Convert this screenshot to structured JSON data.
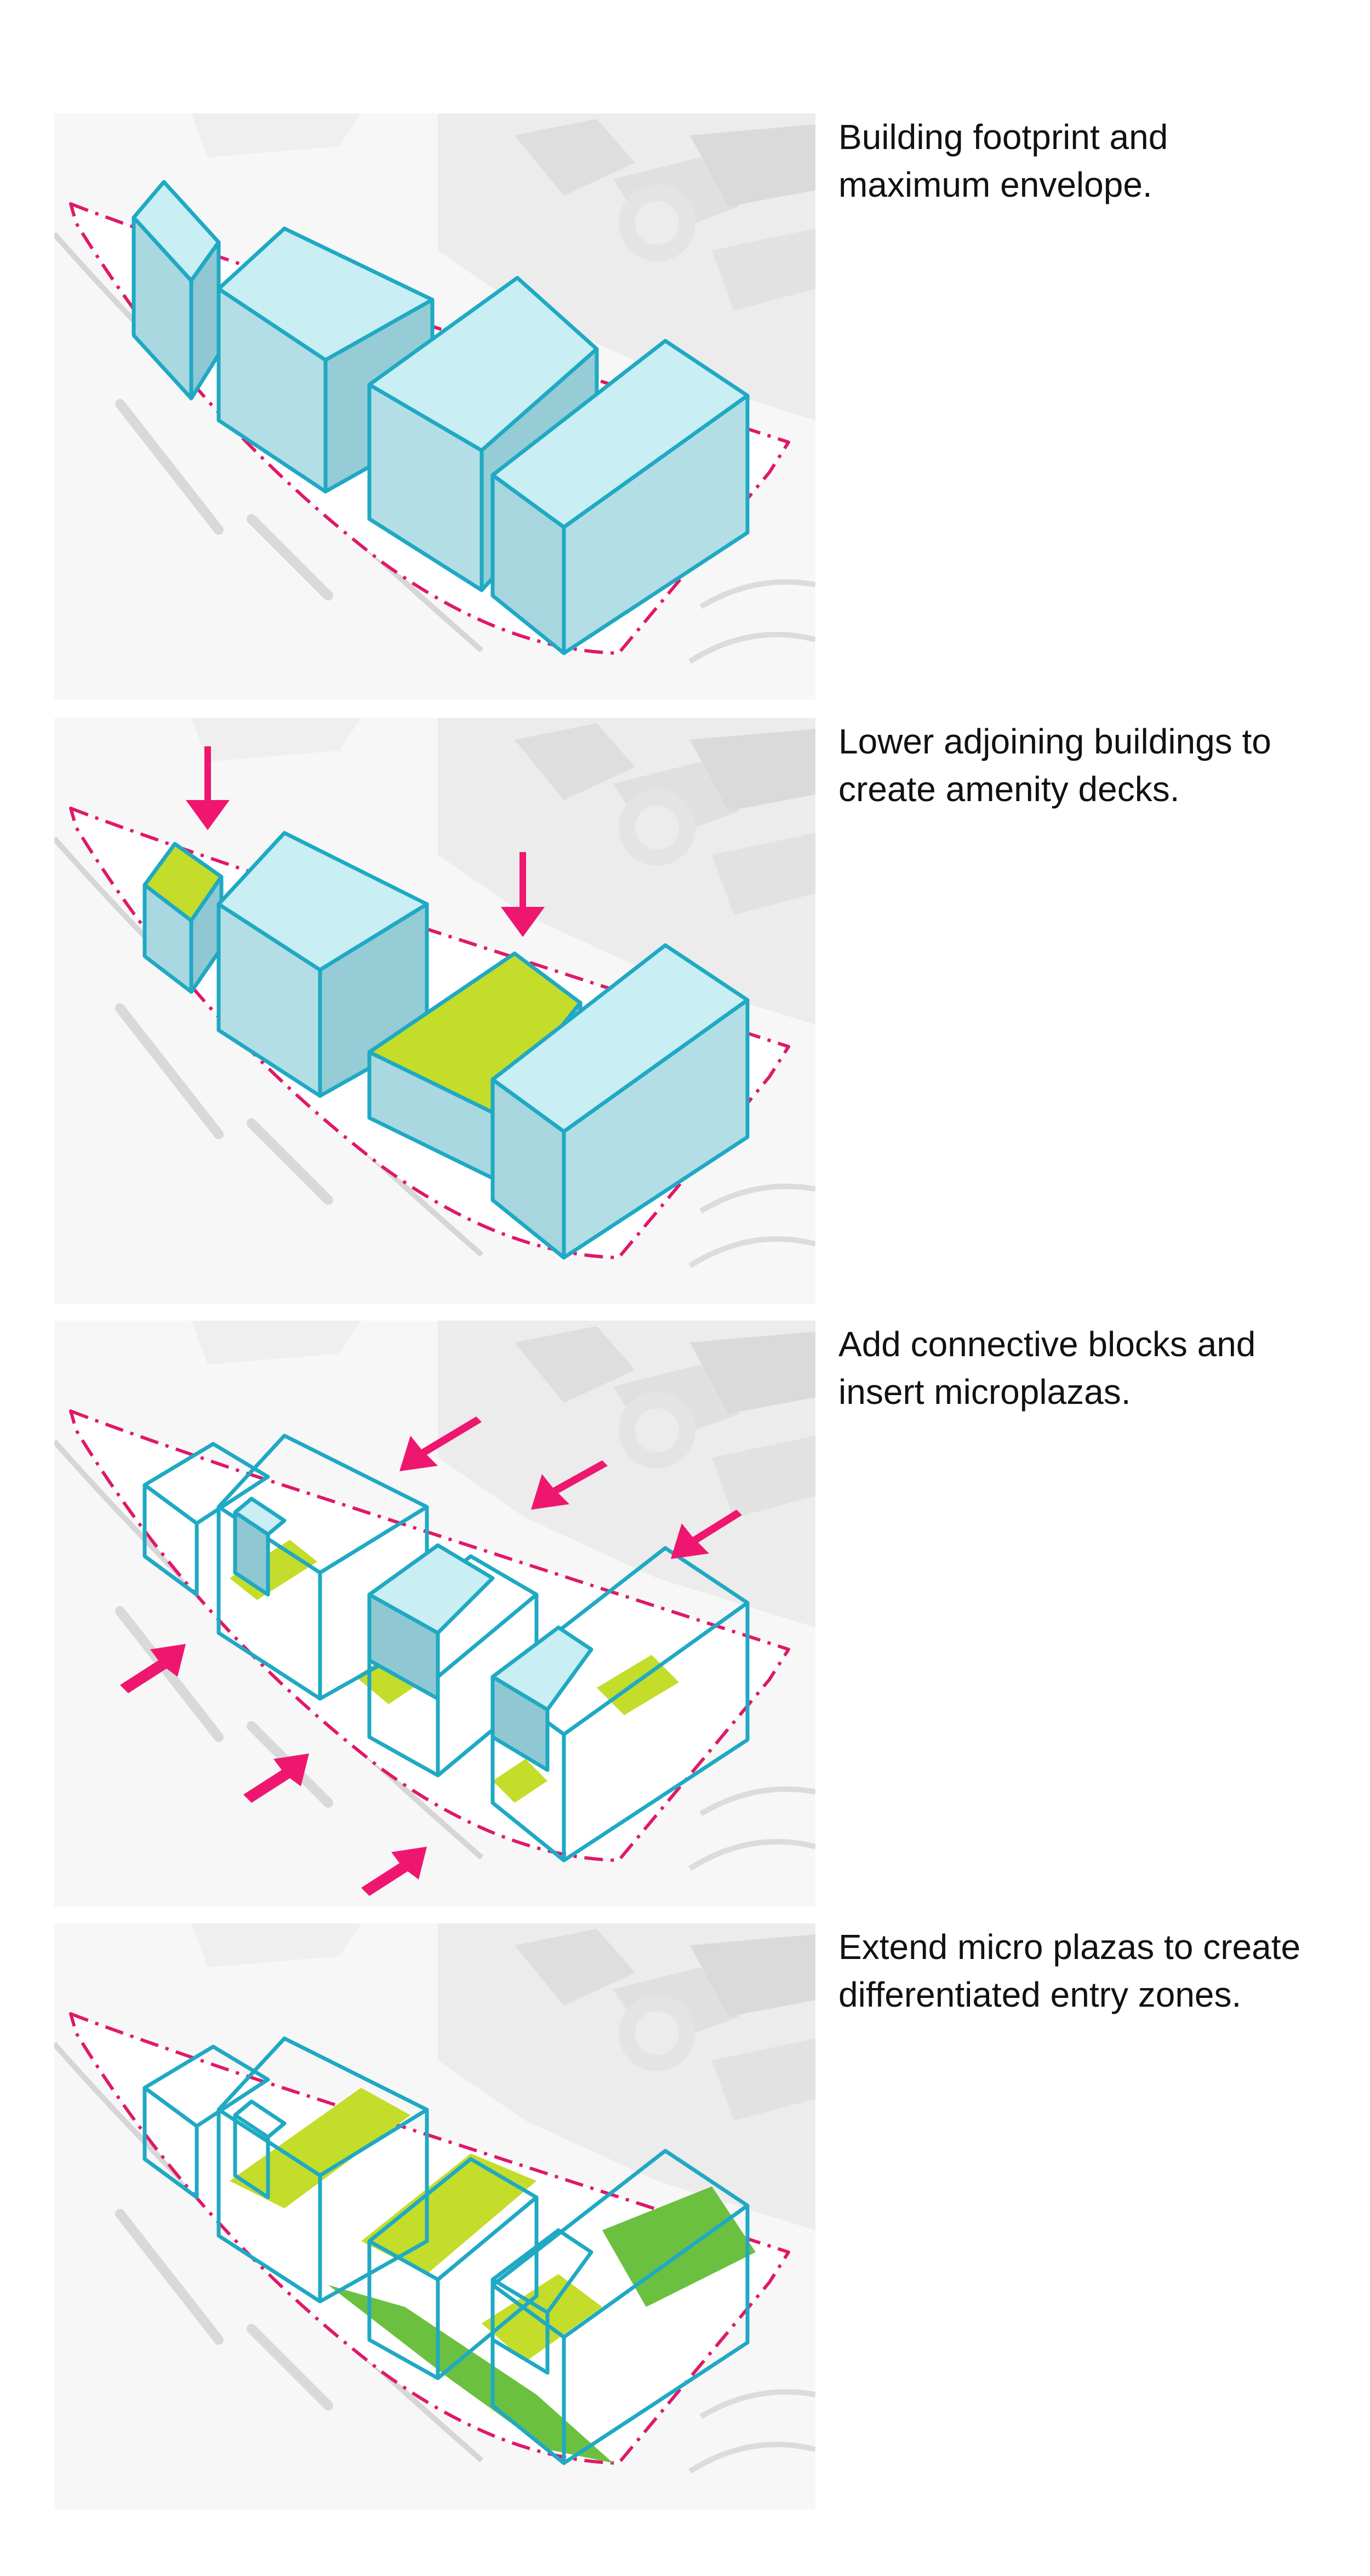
{
  "steps": [
    {
      "caption_lines": [
        "Building footprint and",
        "maximum envelope."
      ]
    },
    {
      "caption_lines": [
        "Lower adjoining buildings to",
        "create amenity decks."
      ]
    },
    {
      "caption_lines": [
        "Add connective blocks and",
        "insert microplazas."
      ]
    },
    {
      "caption_lines": [
        "Extend micro plazas to create",
        "differentiated entry zones."
      ]
    }
  ],
  "colors": {
    "massing_fill": "#b8e2e8",
    "massing_stroke": "#1fa9c4",
    "deck_green": "#c4dc2a",
    "plaza_green": "#6cc040",
    "boundary_magenta": "#e0186a",
    "arrow_magenta": "#ef1670",
    "context_gray": "#e6e6e6"
  }
}
